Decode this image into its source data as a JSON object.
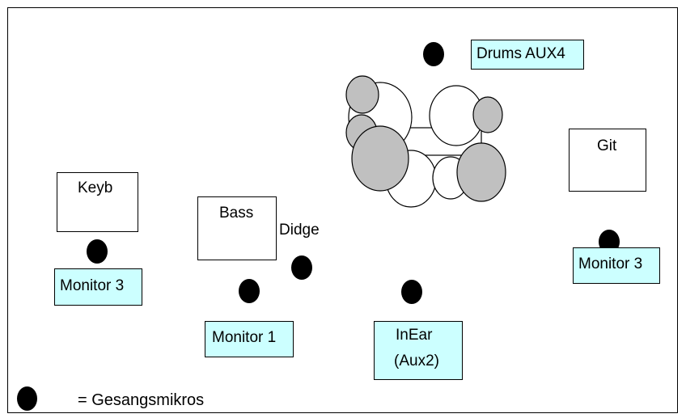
{
  "colors": {
    "border": "#000000",
    "label_fill": "#ccffff",
    "drum_shell": "#ffffff",
    "drum_cymbal": "#c0c0c0",
    "mic": "#000000"
  },
  "labels": {
    "drums": "Drums AUX4",
    "git": "Git",
    "keyb": "Keyb",
    "bass": "Bass",
    "didge": "Didge",
    "monitor_left": "Monitor 3",
    "monitor_right": "Monitor 3",
    "monitor_1": "Monitor 1",
    "inear_line1": "InEar",
    "inear_line2": "(Aux2)"
  },
  "legend": {
    "text": "= Gesangsmikros",
    "icon": "vocal-mic-dot-icon"
  }
}
